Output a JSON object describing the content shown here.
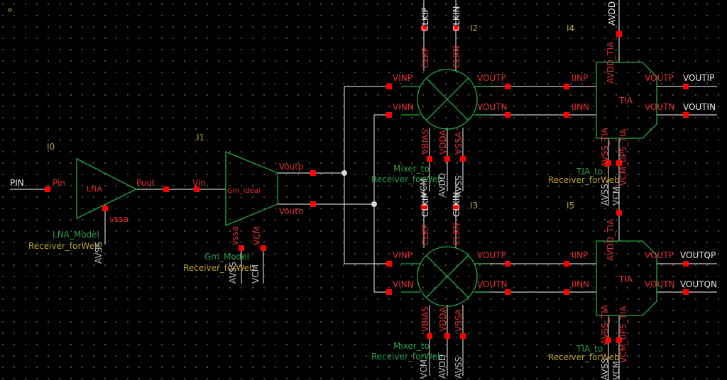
{
  "net_labels": {
    "pin": "PIN",
    "clkip": "CLKIP",
    "clkin": "CLKIN",
    "avdd": "AVDD",
    "voutip": "VOUTIP",
    "voutin": "VOUTIN",
    "voutqp": "VOUTQP",
    "voutqn": "VOUTQN"
  },
  "lna": {
    "inst": "I0",
    "cell": "LNA",
    "model": "LNA_Model",
    "lib": "Receiver_forWeb",
    "pin_in": "Pin",
    "pin_out": "Pout",
    "pin_vss": "vssa",
    "net_avss": "AVSS"
  },
  "gm": {
    "inst": "I1",
    "cell": "Gm_ideal",
    "model": "Gm_Model",
    "lib": "Receiver_forWeb",
    "pin_in": "Vin",
    "pin_outp": "Voutp",
    "pin_outn": "Voutn",
    "pin_vssa": "vssa",
    "pin_vcm": "VCM",
    "net_avss": "AVSS",
    "net_vcm": "VCM"
  },
  "mixer_top": {
    "inst": "I2",
    "name": "Mixer_to",
    "lib": "Receiver_forWeb",
    "pins": {
      "vinp": "VINP",
      "vinn": "VINN",
      "voutp": "VOUTP",
      "voutn": "VOUTN",
      "clkp": "CLKP",
      "clkn": "CLKN",
      "vbias": "VBIAS",
      "vdda": "VDDA",
      "vssa": "VSSA"
    },
    "nets": {
      "vcm": "VCM",
      "avdd": "AVDD",
      "avss": "AVSS"
    }
  },
  "mixer_bot": {
    "inst": "I3",
    "name": "Mixer_to",
    "lib": "Receiver_forWeb",
    "pins": {
      "vinp": "VINP",
      "vinn": "VINN",
      "voutp": "VOUTP",
      "voutn": "VOUTN",
      "clkp": "CLKP",
      "clkn": "CLKN",
      "vbias": "VBIAS",
      "vdda": "VDDA",
      "vssa": "VSSA"
    },
    "nets": {
      "vcm": "VCM",
      "avdd": "AVDD",
      "avss": "AVSS",
      "clkip": "CLKIP",
      "clkin": "CLKIN"
    }
  },
  "tia_top": {
    "inst": "I4",
    "cell": "TIA",
    "name": "TIA_to",
    "lib": "Receiver_forWeb",
    "pins": {
      "iinp": "IINP",
      "iinn": "IINN",
      "voutp": "VOUTP",
      "voutn": "VOUTN",
      "avdd": "AVDD_TIA",
      "avss": "AVSS_TIA",
      "vcm": "VCM_0P5_TIA"
    },
    "nets": {
      "avss": "AVSS",
      "vcm": "VCM"
    }
  },
  "tia_bot": {
    "inst": "I5",
    "cell": "TIA",
    "name": "TIA_to",
    "lib": "Receiver_forWeb",
    "pins": {
      "iinp": "IINP",
      "iinn": "IINN",
      "voutp": "VOUTP",
      "voutn": "VOUTN",
      "avdd": "AVDD_TIA",
      "avss": "AVSS_TIA",
      "vcm": "VCM_0P5_TIA"
    },
    "nets": {
      "avss": "AVSS",
      "vcm": "VCM"
    }
  }
}
